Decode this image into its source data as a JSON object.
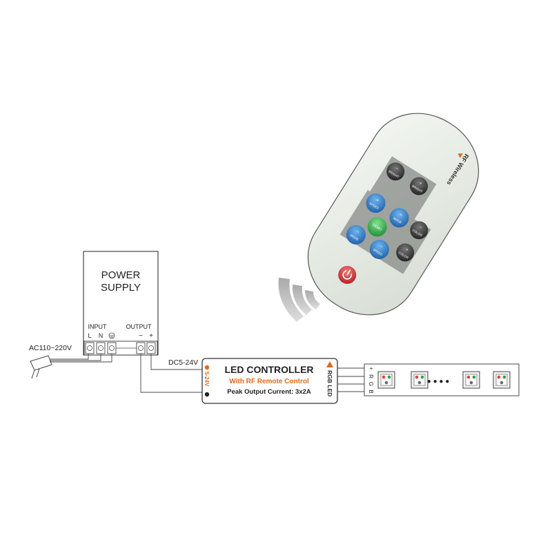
{
  "power_supply": {
    "title_line1": "POWER",
    "title_line2": "SUPPLY",
    "input_label": "INPUT",
    "input_l": "L",
    "input_n": "N",
    "output_label": "OUTPUT",
    "output_minus": "−",
    "output_plus": "+"
  },
  "ac_label": "AC110~220V",
  "dc_label": "DC5-24V",
  "controller": {
    "title": "LED CONTROLLER",
    "subtitle": "With RF Remote Control",
    "peak": "Peak Output Current: 3x2A",
    "voltage": "5-24V",
    "rgb": "RGB LED"
  },
  "strip": {
    "pins": [
      "+",
      "R",
      "G",
      "B"
    ],
    "dots": "● ● ● ●"
  },
  "remote": {
    "brand": "RF Wireless",
    "buttons": {
      "bright_minus": "BRIGHT",
      "bright_plus": "BRIGHT",
      "speed_plus": "SPEED",
      "mode_plus": "MODE",
      "demo": "DEMO",
      "color_minus": "COLOR",
      "color_plus": "COLOR",
      "mode_minus": "MODE",
      "speed_minus": "SPEED"
    }
  },
  "colors": {
    "remote_body": "#e8ede6",
    "button_dark": "#4a4a4a",
    "button_blue": "#2f7fc8",
    "button_green": "#34b050",
    "power_red": "#d9373d",
    "accent_orange": "#e06a1c",
    "line": "#555555"
  }
}
